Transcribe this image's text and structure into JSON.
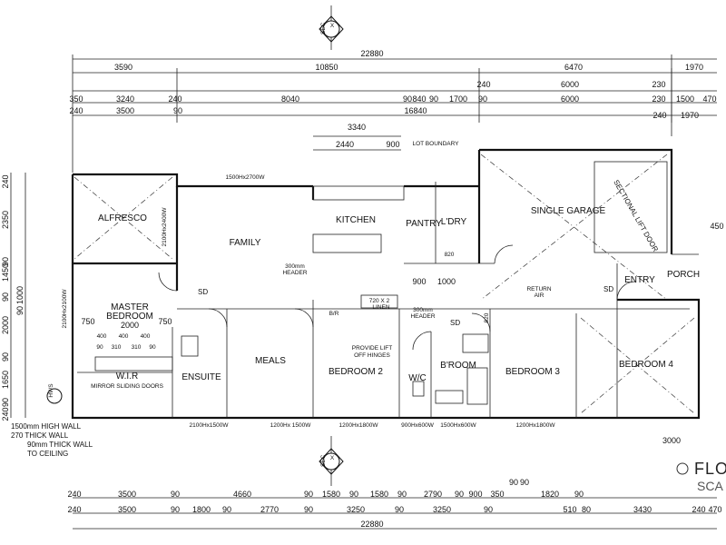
{
  "section_markers": [
    {
      "letter": "X",
      "code": "SEC"
    },
    {
      "letter": "X",
      "code": "SEC"
    }
  ],
  "top_dimensions": {
    "overall": "22880",
    "row2": [
      "3590",
      "10850",
      "6470",
      "1970"
    ],
    "row3": [
      "240",
      "6000",
      "230"
    ],
    "row4": [
      "350",
      "3240",
      "240",
      "8040",
      "90",
      "840",
      "90",
      "1700",
      "90",
      "6000",
      "230",
      "1500",
      "470"
    ],
    "row5": [
      "240",
      "3500",
      "90",
      "16840",
      "240",
      "1970"
    ],
    "kitchen_dims": [
      "3340",
      "2440",
      "900"
    ]
  },
  "bottom_dimensions": {
    "row0": [
      "90",
      "90"
    ],
    "row1": [
      "240",
      "3500",
      "90",
      "4660",
      "90",
      "1580",
      "90",
      "1580",
      "90",
      "2790",
      "90",
      "900",
      "350",
      "1820",
      "90"
    ],
    "row2": [
      "240",
      "3500",
      "90",
      "1800",
      "90",
      "2770",
      "90",
      "3250",
      "90",
      "3250",
      "90",
      "510",
      "80",
      "3430",
      "240",
      "470"
    ],
    "overall": "22880"
  },
  "left_dimensions": [
    "240",
    "2350",
    "90",
    "1450",
    "90",
    "1000",
    "90",
    "2000",
    "90",
    "1650",
    "90",
    "240"
  ],
  "rooms": {
    "alfresco": "ALFRESCO",
    "family": "FAMILY",
    "kitchen": "KITCHEN",
    "pantry": "PANTRY",
    "laundry": "L'DRY",
    "garage": "SINGLE GARAGE",
    "sectional_door": "SECTIONAL LIFT DOOR",
    "master_line1": "MASTER",
    "master_line2": "BEDROOM",
    "master_size": "2000",
    "wir": "W.I.R",
    "ensuite": "ENSUITE",
    "meals": "MEALS",
    "bedroom2": "BEDROOM 2",
    "wc": "W/C",
    "broom": "B'ROOM",
    "bedroom3": "BEDROOM 3",
    "bedroom4": "BEDROOM 4",
    "entry": "ENTRY",
    "porch": "PORCH",
    "linen": "LINEN"
  },
  "notes": {
    "lot_boundary": "LOT BOUNDARY",
    "window_top": "1500Hx2700W",
    "header1": "300mm",
    "header1b": "HEADER",
    "header2": "300mm",
    "header2b": "HEADER",
    "return_air": "RETURN",
    "return_air2": "AIR",
    "lift_off1": "PROVIDE LIFT",
    "lift_off2": "OFF HINGES",
    "mirror": "MIRROR SLIDING DOORS",
    "wall_note1": "1500mm HIGH WALL",
    "wall_note2": "270 THICK WALL",
    "wall_note3": "90mm THICK WALL",
    "wall_note4": "TO CEILING",
    "sd": "SD",
    "hws": "HWS",
    "linen_size": "720 X 2",
    "blr": "B/R",
    "dim_900": "900",
    "dim_1000": "1000",
    "dim_820a": "820",
    "dim_820b": "820",
    "dim_750a": "750",
    "dim_750b": "750",
    "dim_3000": "3000",
    "dim_450": "450",
    "dim_400": [
      "400",
      "400",
      "400"
    ],
    "dim_310": [
      "90",
      "310",
      "310",
      "90"
    ],
    "window_side": "2100Hx2400W",
    "window_side2": "2100Hx2100W",
    "window_b1": "2100Hx1500W",
    "window_b2": "1200Hx1800W",
    "window_b3": "900Hx600W",
    "window_b4": "1500Hx600W",
    "window_b5": "1200Hx1800W",
    "window_b6": "1200Hx 1500W"
  },
  "title": {
    "line1": "FLO",
    "line2": "SCA"
  }
}
